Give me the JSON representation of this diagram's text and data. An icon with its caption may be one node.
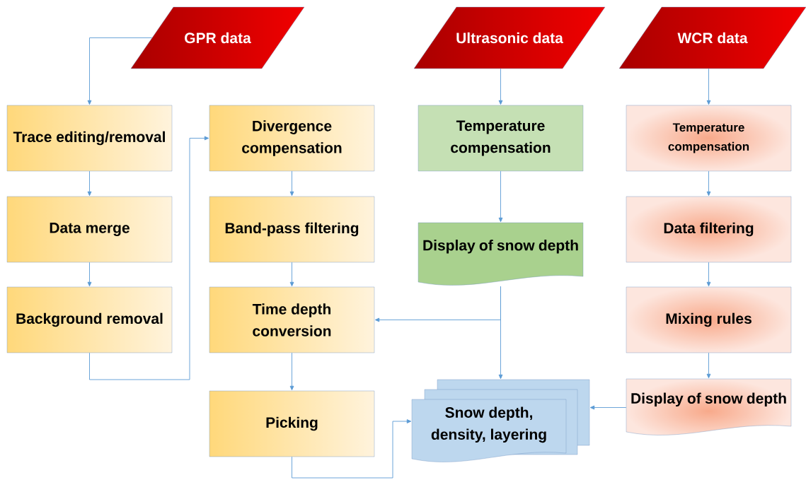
{
  "diagram": {
    "nodes": [
      {
        "text": [
          "GPR data"
        ]
      },
      {
        "text": [
          "Ultrasonic data"
        ]
      },
      {
        "text": [
          "WCR data"
        ]
      },
      {
        "text": [
          "Trace editing/removal"
        ]
      },
      {
        "text": [
          "Data merge"
        ]
      },
      {
        "text": [
          "Background removal"
        ]
      },
      {
        "text": [
          "Divergence compensation"
        ]
      },
      {
        "text": [
          "Band-pass filtering"
        ]
      },
      {
        "text": [
          "Time depth conversion"
        ]
      },
      {
        "text": [
          "Picking"
        ]
      },
      {
        "text": [
          "Temperature compensation"
        ]
      },
      {
        "text": [
          "Display of snow depth"
        ]
      },
      {
        "text": [
          "Snow depth, density, layering"
        ]
      },
      {
        "text": [
          "Temperature compensation"
        ]
      },
      {
        "text": [
          "Data filtering"
        ]
      },
      {
        "text": [
          "Mixing rules"
        ]
      },
      {
        "text": [
          "Display of snow depth"
        ]
      }
    ],
    "edges": [
      {
        "from": 0,
        "to": 3,
        "arrow": "to"
      },
      {
        "from": 3,
        "to": 4,
        "arrow": "to"
      },
      {
        "from": 4,
        "to": 5,
        "arrow": "to"
      },
      {
        "from": 5,
        "to": 6,
        "arrow": "to"
      },
      {
        "from": 6,
        "to": 7,
        "arrow": "to"
      },
      {
        "from": 7,
        "to": 8,
        "arrow": "to"
      },
      {
        "from": 8,
        "to": 9,
        "arrow": "to"
      },
      {
        "from": 1,
        "to": 10,
        "arrow": "to"
      },
      {
        "from": 10,
        "to": 11,
        "arrow": "to"
      },
      {
        "from": 11,
        "to": 8,
        "arrow": "to"
      },
      {
        "from": 11,
        "to": 12,
        "arrow": "to"
      },
      {
        "from": 2,
        "to": 13,
        "arrow": "to"
      },
      {
        "from": 13,
        "to": 14,
        "arrow": "to"
      },
      {
        "from": 14,
        "to": 15,
        "arrow": "to"
      },
      {
        "from": 15,
        "to": 16,
        "arrow": "to"
      },
      {
        "from": 16,
        "to": 12,
        "arrow": "to"
      },
      {
        "from": 9,
        "to": 12,
        "arrow": "to"
      }
    ]
  }
}
